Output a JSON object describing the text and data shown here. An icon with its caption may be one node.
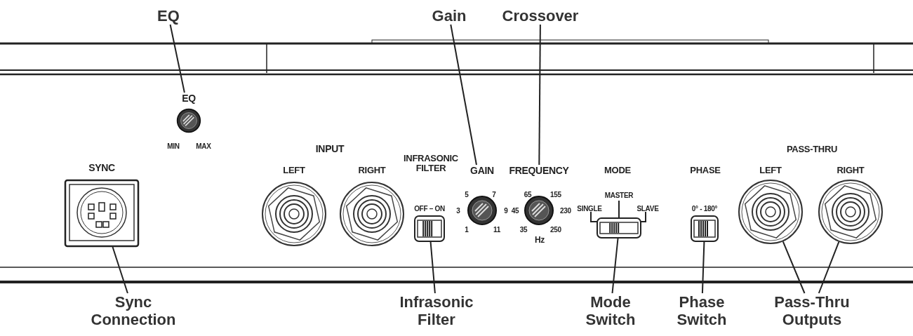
{
  "diagram": {
    "nodes": [
      {
        "text": [
          "EQ"
        ]
      },
      {
        "text": [
          "Gain"
        ]
      },
      {
        "text": [
          "Crossover"
        ]
      },
      {
        "text": [
          "Sync Connection"
        ]
      },
      {
        "text": [
          "Infrasonic Filter"
        ]
      },
      {
        "text": [
          "Mode Switch"
        ]
      },
      {
        "text": [
          "Phase Switch"
        ]
      },
      {
        "text": [
          "Pass-Thru Outputs"
        ]
      },
      {
        "text": [
          "EQ"
        ]
      },
      {
        "text": [],
        "shape": "box"
      },
      {
        "text": [],
        "shape": "box"
      },
      {
        "text": [
          "GAIN"
        ]
      },
      {
        "text": [
          "FREQUENCY"
        ]
      },
      {
        "text": [],
        "shape": "box"
      },
      {
        "text": [],
        "shape": "box"
      },
      {
        "text": [],
        "shape": "circle"
      },
      {
        "text": [],
        "shape": "circle"
      }
    ],
    "edges": [
      {
        "from": 0,
        "to": 8,
        "arrow": "none"
      },
      {
        "from": 1,
        "to": 11,
        "arrow": "none"
      },
      {
        "from": 2,
        "to": 12,
        "arrow": "none"
      },
      {
        "from": 3,
        "to": 9,
        "arrow": "none"
      },
      {
        "from": 4,
        "to": 10,
        "arrow": "none"
      },
      {
        "from": 5,
        "to": 13,
        "arrow": "none"
      },
      {
        "from": 6,
        "to": 14,
        "arrow": "none"
      },
      {
        "from": 7,
        "to": 15,
        "arrow": "none"
      },
      {
        "from": 7,
        "to": 16,
        "arrow": "none"
      }
    ],
    "labels": [
      "MIN",
      "MAX",
      "SYNC",
      "INPUT",
      "INFRASONIC FILTER",
      "LEFT",
      "RIGHT",
      "MODE",
      "PHASE",
      "PASS-THRU",
      "LEFT",
      "RIGHT",
      "OFF – ON",
      "5",
      "7",
      "3",
      "9",
      "1",
      "11",
      "65",
      "155",
      "45",
      "230",
      "35",
      "250",
      "Hz",
      "MASTER",
      "SINGLE",
      "SLAVE",
      "0° - 180°"
    ]
  }
}
